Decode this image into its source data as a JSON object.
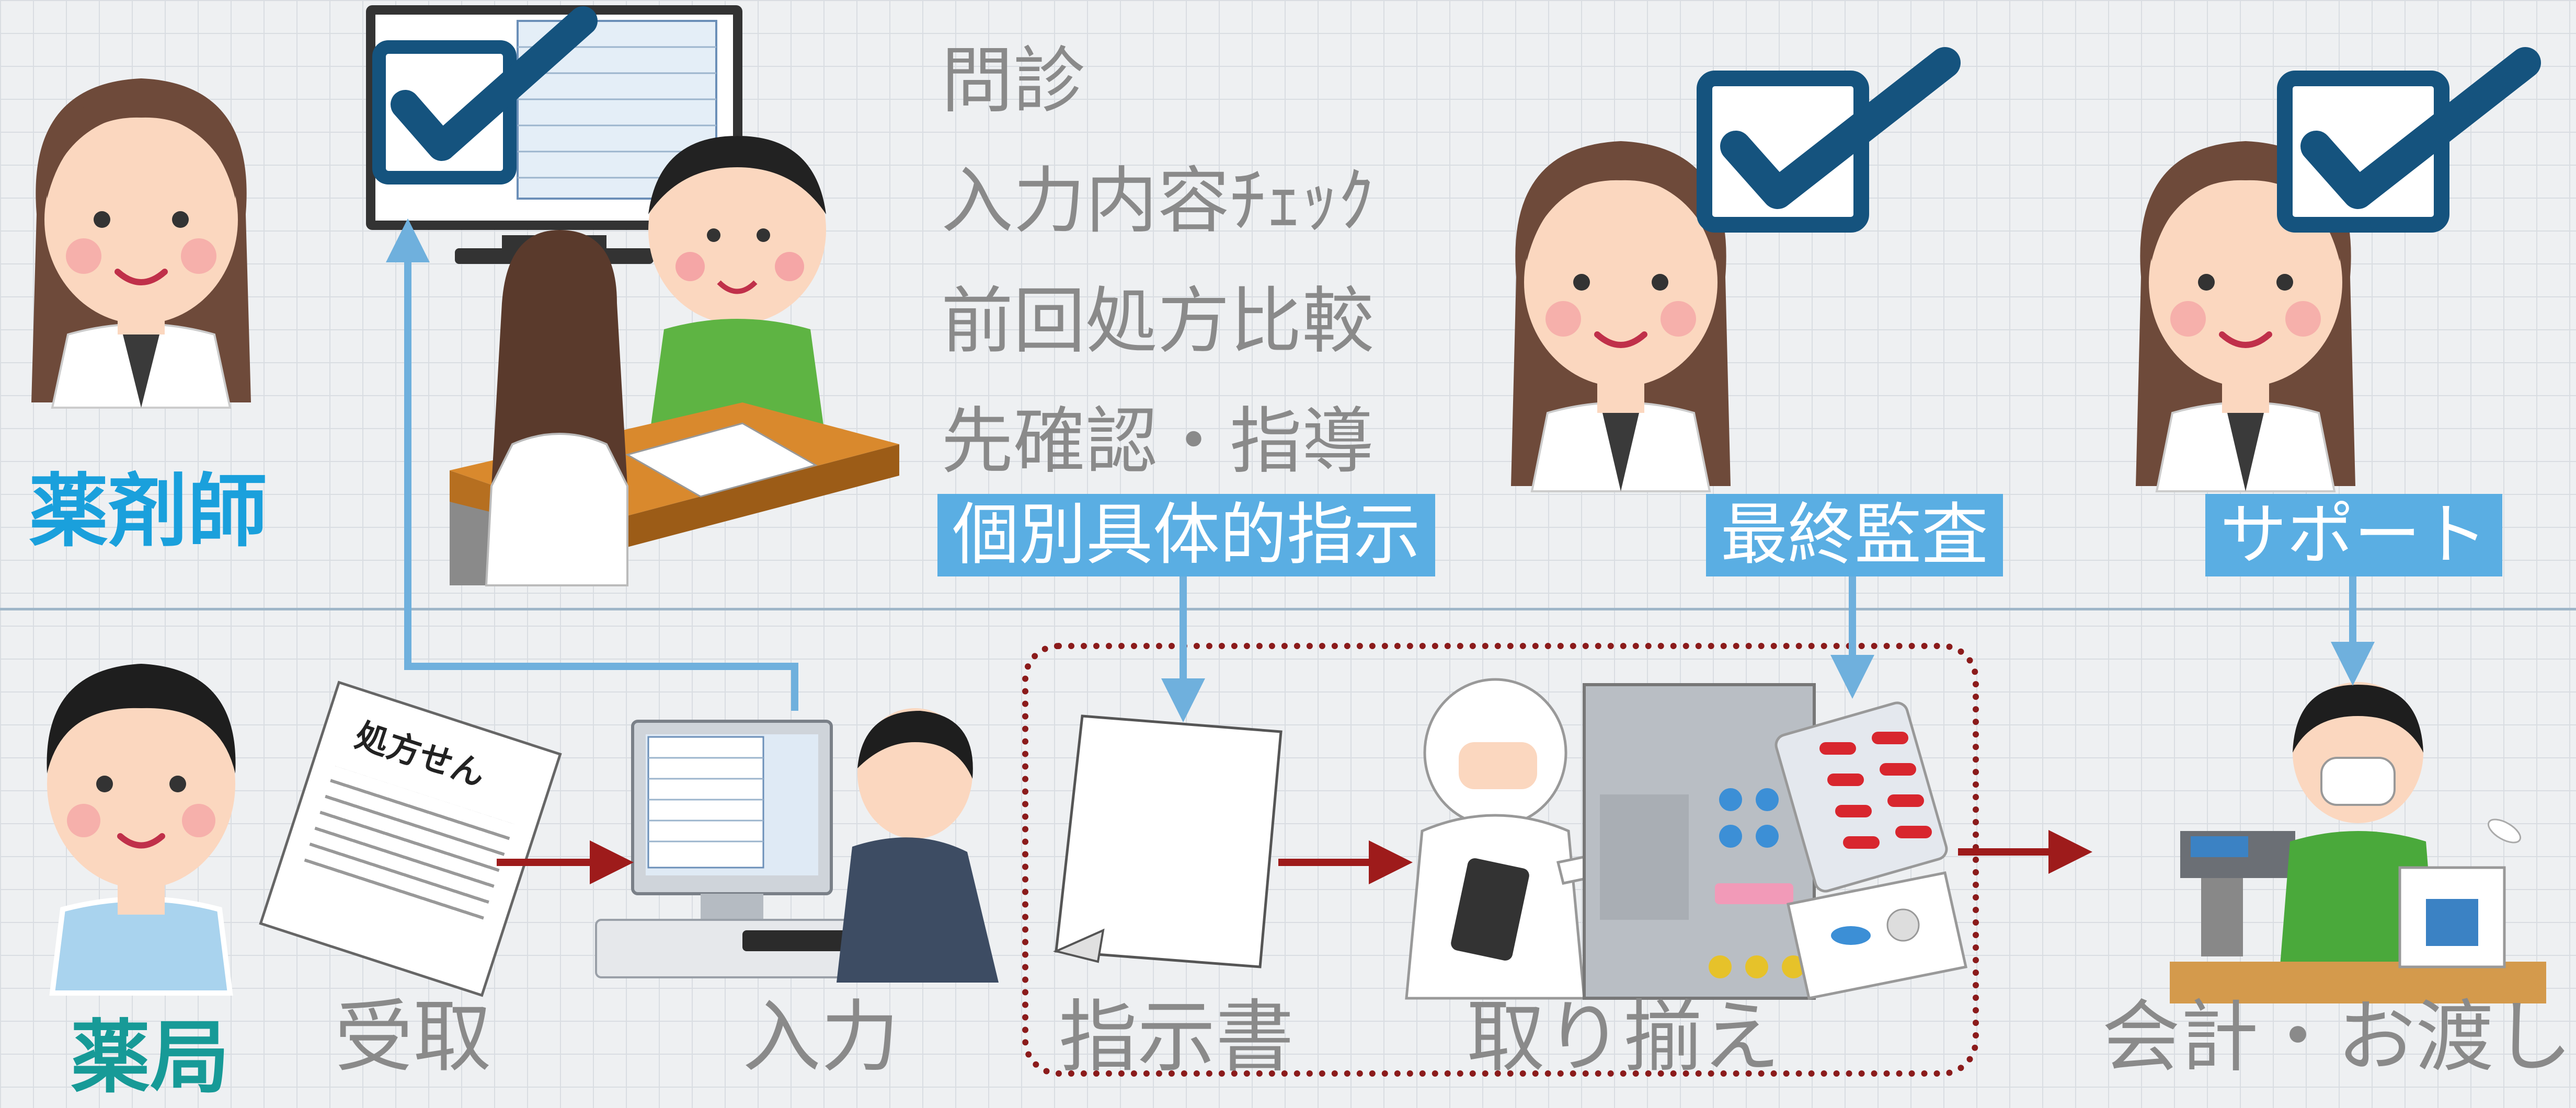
{
  "roles": {
    "pharmacist": {
      "label": "薬剤師",
      "color": "#1aa0dc"
    },
    "staff": {
      "label": "薬局",
      "color": "#179a97"
    }
  },
  "pharmacist_tasks": [
    "問診",
    "入力内容ﾁｪｯｸ",
    "前回処方比較",
    "先確認・指導"
  ],
  "callouts": {
    "instruction": "個別具体的指示",
    "final_audit": "最終監査",
    "support": "サポート"
  },
  "prescription_heading": "処方せん",
  "steps": {
    "receive": "受取",
    "input": "入力",
    "instruction_sheet": "指示書",
    "picking": "取り揃え",
    "payment": "会計・お渡し"
  },
  "colors": {
    "flow_arrow": "#9e1b1b",
    "link_arrow": "#6fb0dd",
    "callout_bg": "#5aaee3",
    "check_blue": "#15537e",
    "dotted_frame": "#8b1b1b"
  },
  "icons": {
    "pharmacist": "pharmacist-woman",
    "staff": "pharmacy-staff-man",
    "check": "checkmark-box",
    "prescription": "prescription-paper",
    "computer": "computer-operator",
    "sheet": "blank-paper",
    "robot": "dispensing-machine",
    "cashier": "cash-register-clerk"
  }
}
